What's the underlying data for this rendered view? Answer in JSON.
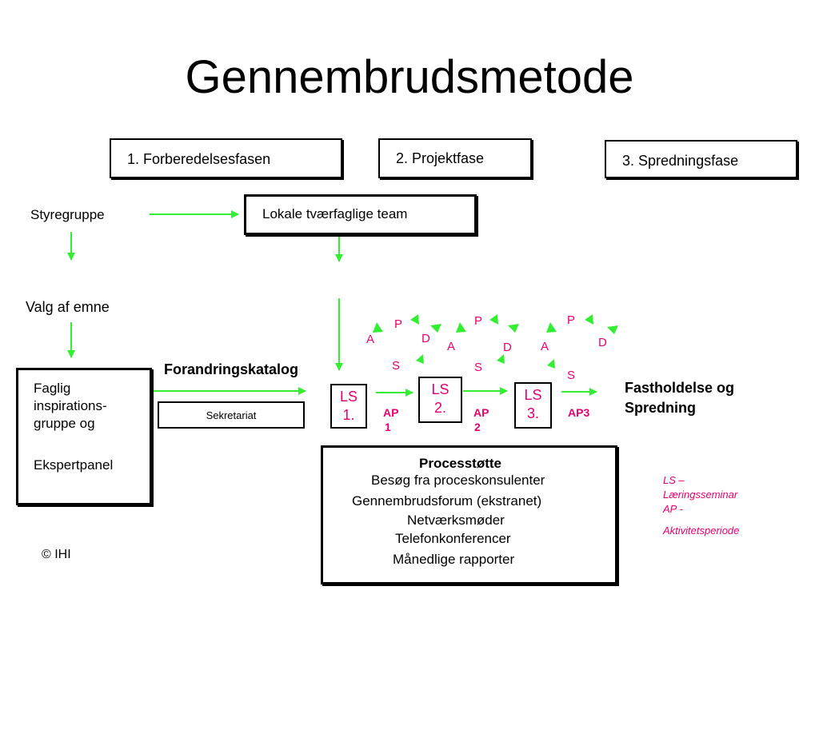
{
  "title": "Gennembrudsmetode",
  "colors": {
    "arrow": "#33ee33",
    "accent_pink": "#e8006f",
    "border": "#000000"
  },
  "phases": [
    "1. Forberedelsesfasen",
    "2. Projektfase",
    "3. Spredningsfase"
  ],
  "left": {
    "styregruppe": "Styregruppe",
    "valg": "Valg af emne",
    "faglig": [
      "Faglig",
      "inspirations-",
      "gruppe og"
    ],
    "ekspert": "Ekspertpanel",
    "copyright": "© IHI"
  },
  "team": "Lokale tværfaglige team",
  "forandring": "Forandringskatalog",
  "sekretariat": "Sekretariat",
  "ls": [
    {
      "line1": "LS",
      "line2": "1."
    },
    {
      "line1": "LS",
      "line2": "2."
    },
    {
      "line1": "LS",
      "line2": "3."
    }
  ],
  "ap": [
    {
      "line1": "AP",
      "line2": "1"
    },
    {
      "line1": "AP",
      "line2": "2"
    },
    {
      "line1": "AP3",
      "line2": ""
    }
  ],
  "pdsa": {
    "p": "P",
    "d": "D",
    "s": "S",
    "a": "A"
  },
  "fastholdelse": [
    "Fastholdelse og",
    "Spredning"
  ],
  "processtotte": {
    "heading": "Processtøtte",
    "items": [
      "Besøg fra proceskonsulenter",
      "Gennembrudsforum (ekstranet)",
      "Netværksmøder",
      "Telefonkonferencer",
      "Månedlige rapporter"
    ]
  },
  "legend": [
    "LS –",
    "Læringsseminar",
    "AP -",
    "Aktivitetsperiode"
  ]
}
